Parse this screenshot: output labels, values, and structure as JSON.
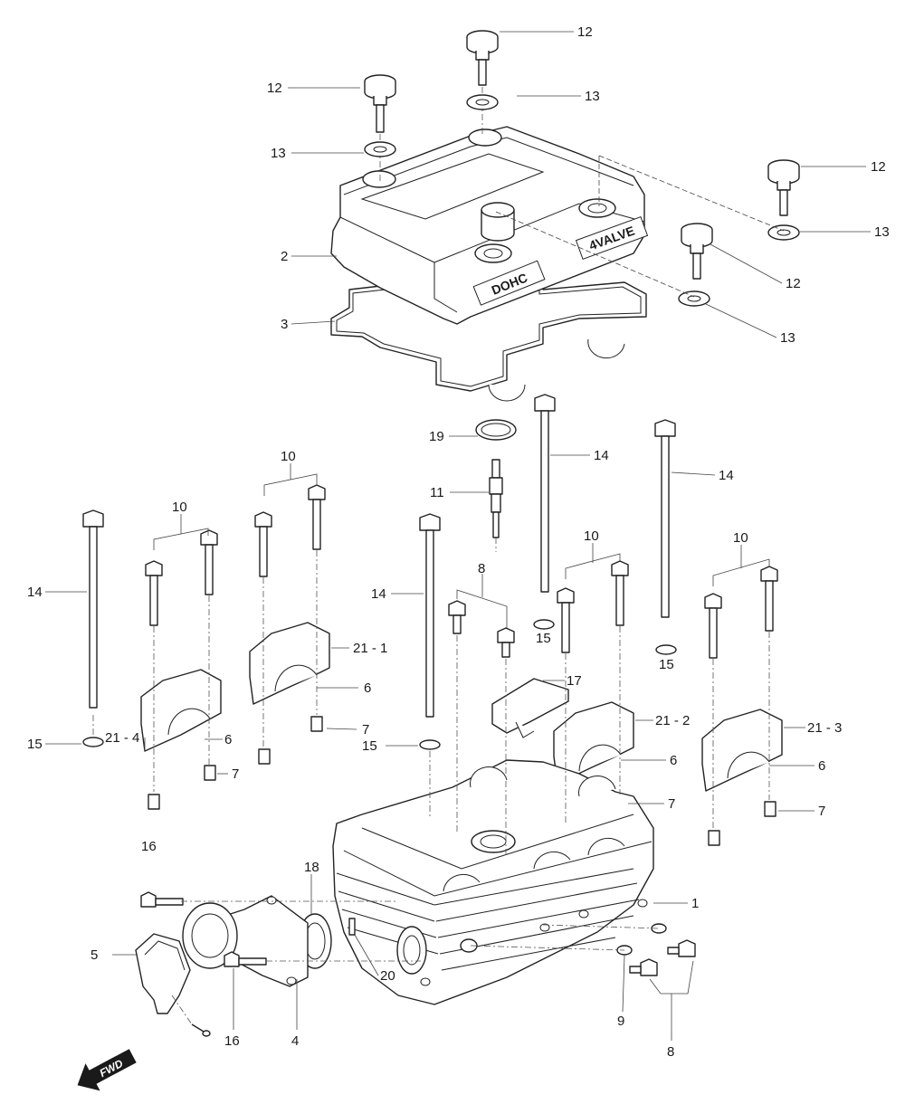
{
  "callouts": [
    "1",
    "2",
    "3",
    "4",
    "5",
    "6",
    "7",
    "8",
    "9",
    "10",
    "11",
    "12",
    "13",
    "14",
    "15",
    "16",
    "17",
    "18",
    "19",
    "20",
    "21 - 1",
    "21 - 2",
    "21 - 3",
    "21 - 4"
  ],
  "embossed": {
    "left": "DOHC",
    "right": "4VALVE"
  },
  "direction": {
    "text": "FWD"
  },
  "colors": {
    "line": "#222222",
    "background": "#ffffff",
    "arrow": "#1a1a1a"
  }
}
